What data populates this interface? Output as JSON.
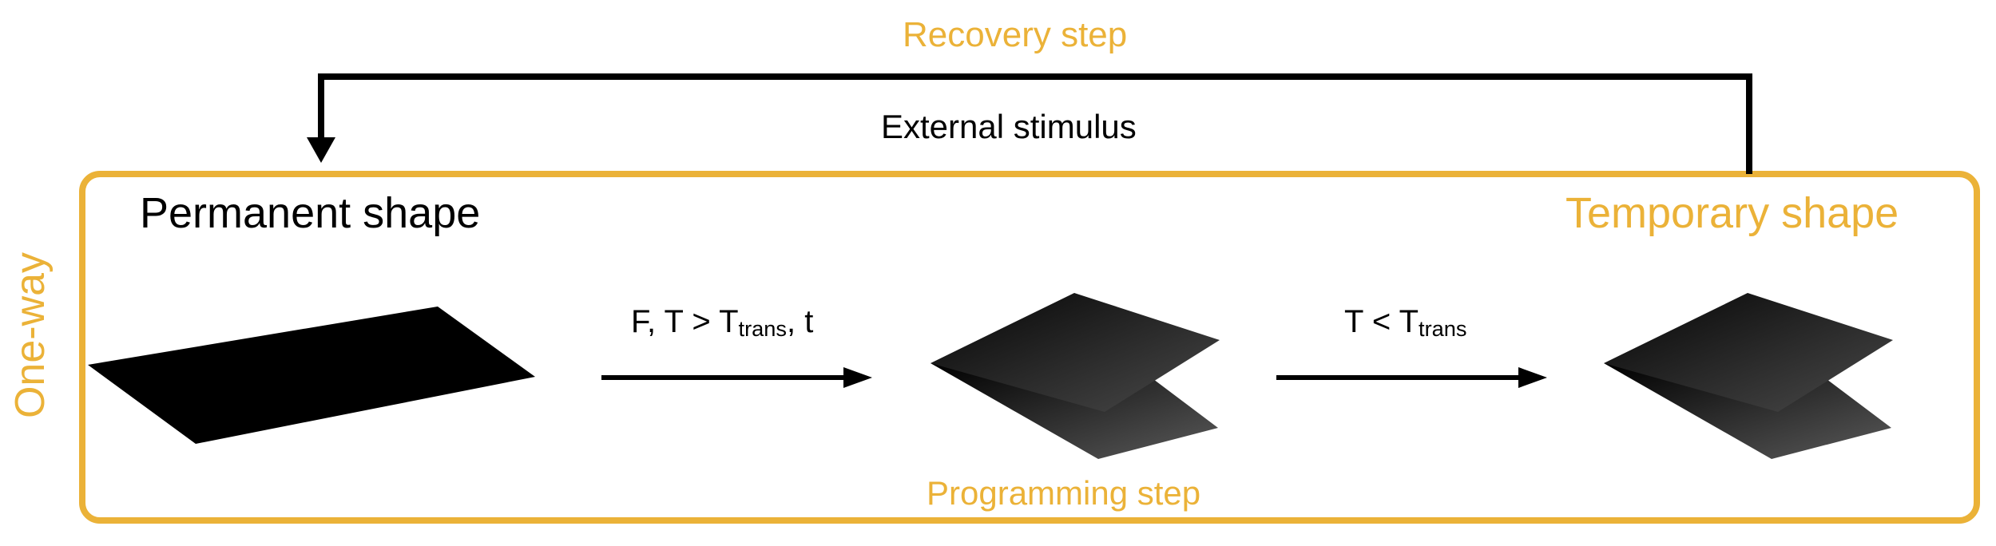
{
  "labels": {
    "recovery_step": "Recovery step",
    "external_stimulus": "External stimulus",
    "permanent_shape": "Permanent shape",
    "temporary_shape": "Temporary shape",
    "one_way": "One-way",
    "programming_step": "Programming step",
    "programming_condition": {
      "prefix": "F, T > T",
      "sub": "trans",
      "suffix": ", t"
    },
    "cooling_condition": {
      "prefix": "T < T",
      "sub": "trans"
    }
  },
  "colors": {
    "accent": "#EBB238",
    "line": "#000000"
  }
}
